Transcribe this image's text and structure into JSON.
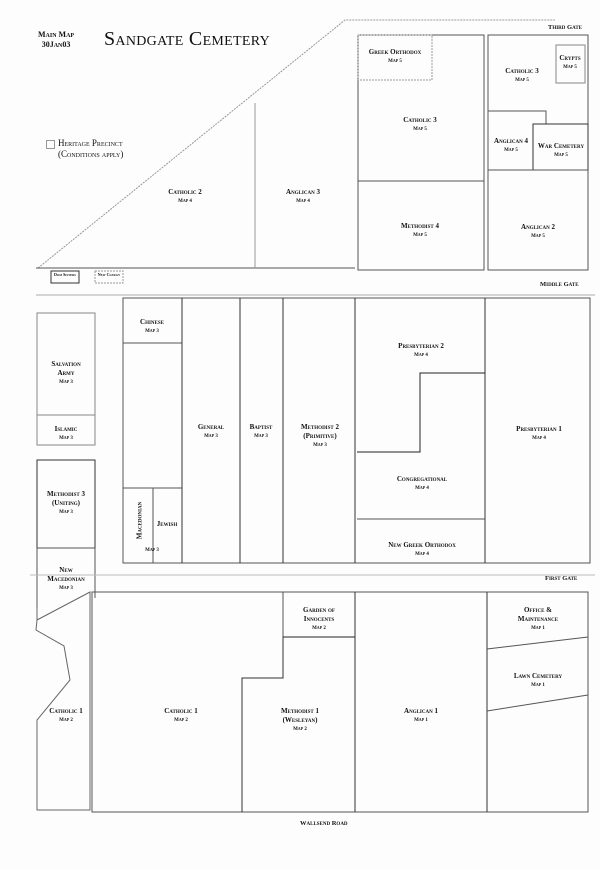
{
  "header": {
    "main_map": "Main Map",
    "date": "30Jan03",
    "title": "Sandgate Cemetery"
  },
  "legend": {
    "line1": "Heritage Precinct",
    "line2": "(Conditions apply)"
  },
  "gates": {
    "third": "Third Gate",
    "middle": "Middle Gate",
    "first": "First Gate"
  },
  "road": "Wallsend Road",
  "sections": {
    "catholic2": {
      "name": "Catholic 2",
      "map": "Map 4"
    },
    "anglican3": {
      "name": "Anglican 3",
      "map": "Map 4"
    },
    "dum_sisters": {
      "name": "Dom Sisters"
    },
    "new_clergy": {
      "name": "New Clergy"
    },
    "greek_orthodox": {
      "name": "Greek Orthodox",
      "map": "Map 5"
    },
    "catholic3a": {
      "name": "Catholic 3",
      "map": "Map 5"
    },
    "methodist4": {
      "name": "Methodist 4",
      "map": "Map 5"
    },
    "catholic3b": {
      "name": "Catholic 3",
      "map": "Map 5"
    },
    "crypts": {
      "name": "Crypts",
      "map": "Map 5"
    },
    "anglican4": {
      "name": "Anglican 4",
      "map": "Map 5"
    },
    "war_cemetery": {
      "name": "War Cemetery",
      "map": "Map 5"
    },
    "anglican2": {
      "name": "Anglican 2",
      "map": "Map 5"
    },
    "salvation_army": {
      "name1": "Salvation",
      "name2": "Army",
      "map": "Map 3"
    },
    "islamic": {
      "name": "Islamic",
      "map": "Map 3"
    },
    "methodist3": {
      "name1": "Methodist 3",
      "name2": "(Uniting)",
      "map": "Map 3"
    },
    "new_macedonian": {
      "name1": "New",
      "name2": "Macedonian",
      "map": "Map 3"
    },
    "chinese": {
      "name": "Chinese",
      "map": "Map 3"
    },
    "macedonian": {
      "name": "Macedonian",
      "map": "Map 3"
    },
    "jewish": {
      "name": "Jewish"
    },
    "general": {
      "name": "General",
      "map": "Map 3"
    },
    "baptist": {
      "name": "Baptist",
      "map": "Map 3"
    },
    "methodist2": {
      "name1": "Methodist 2",
      "name2": "(Primitive)",
      "map": "Map 3"
    },
    "presbyterian2": {
      "name": "Presbyterian 2",
      "map": "Map 4"
    },
    "congregational": {
      "name": "Congregational",
      "map": "Map 4"
    },
    "new_greek_orthodox": {
      "name": "New Greek Orthodox",
      "map": "Map 4"
    },
    "presbyterian1": {
      "name": "Presbyterian 1",
      "map": "Map 4"
    },
    "catholic1_left": {
      "name": "Catholic 1",
      "map": "Map 2"
    },
    "catholic1": {
      "name": "Catholic 1",
      "map": "Map 2"
    },
    "garden_innocents": {
      "name1": "Garden of",
      "name2": "Innocents",
      "map": "Map 2"
    },
    "methodist1": {
      "name1": "Methodist 1",
      "name2": "(Wesleyan)",
      "map": "Map 2"
    },
    "anglican1": {
      "name": "Anglican 1",
      "map": "Map 1"
    },
    "office": {
      "name1": "Office &",
      "name2": "Maintenance",
      "map": "Map 1"
    },
    "lawn": {
      "name": "Lawn Cemetery",
      "map": "Map 1"
    }
  }
}
